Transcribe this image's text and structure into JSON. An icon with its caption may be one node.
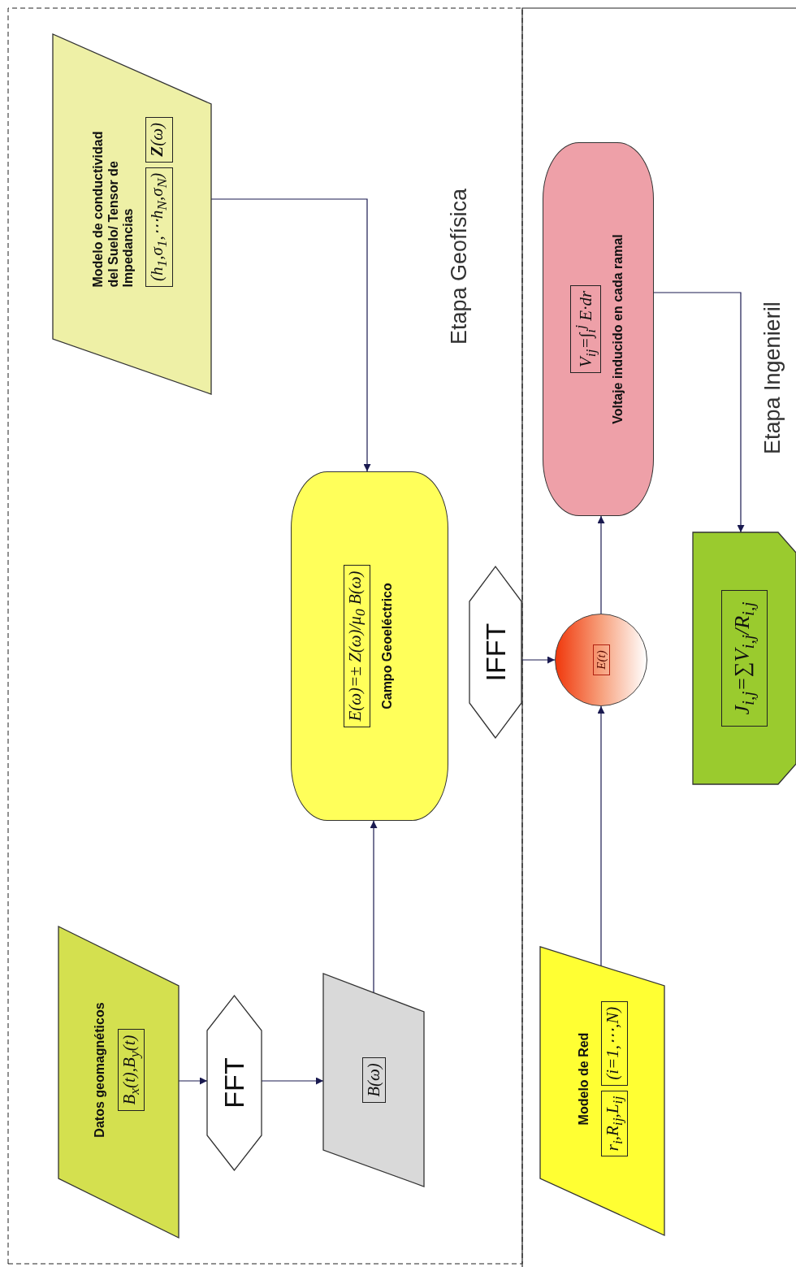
{
  "diagram": {
    "nodes": [
      {
        "text": [
          "Datos geomagnéticos",
          "B$_{x}$(t),B$_{y}$(t)"
        ]
      },
      {
        "text": [
          "Modelo de conductividad del Suelo/ Tensor de Impedancias",
          "(h$_{1}$,σ$_{1}$,⋯h$_{N}$,σ$_{N}$)",
          "**Z**(ω)"
        ]
      },
      {
        "text": [
          "FFT"
        ]
      },
      {
        "text": [
          "B(ω)"
        ]
      },
      {
        "text": [
          "E(ω)=± Z(ω)/μ$_{0}$ B(ω)",
          "Campo Geoeléctrico"
        ]
      },
      {
        "text": [
          "IFFT"
        ]
      },
      {
        "text": [
          "Modelo de Red",
          "r$_{i}$,R$_{ij}$,L$_{ij}$",
          "(i=1,⋯,N)"
        ]
      },
      {
        "text": [
          "E(t)"
        ]
      },
      {
        "text": [
          "V$_{ij}$=∫$_{i}$$^{j}$ E·dr",
          "Voltaje inducido en cada ramal"
        ]
      },
      {
        "text": [
          "J$_{i,j}$=∑V$_{i,j}$/R$_{i,j}$"
        ]
      }
    ],
    "edges": [
      {
        "from": 1,
        "to": 4,
        "arrow": "to"
      },
      {
        "from": 0,
        "to": 2,
        "arrow": "to"
      },
      {
        "from": 2,
        "to": 3,
        "arrow": "to"
      },
      {
        "from": 3,
        "to": 4,
        "arrow": "to"
      },
      {
        "from": 5,
        "to": 7,
        "arrow": "to"
      },
      {
        "from": 7,
        "to": 8,
        "arrow": "to"
      },
      {
        "from": 6,
        "to": 7,
        "arrow": "to"
      },
      {
        "from": 8,
        "to": 9,
        "arrow": "to"
      }
    ],
    "labels": [
      "Etapa Geofísica",
      "Etapa Ingenieril"
    ]
  }
}
